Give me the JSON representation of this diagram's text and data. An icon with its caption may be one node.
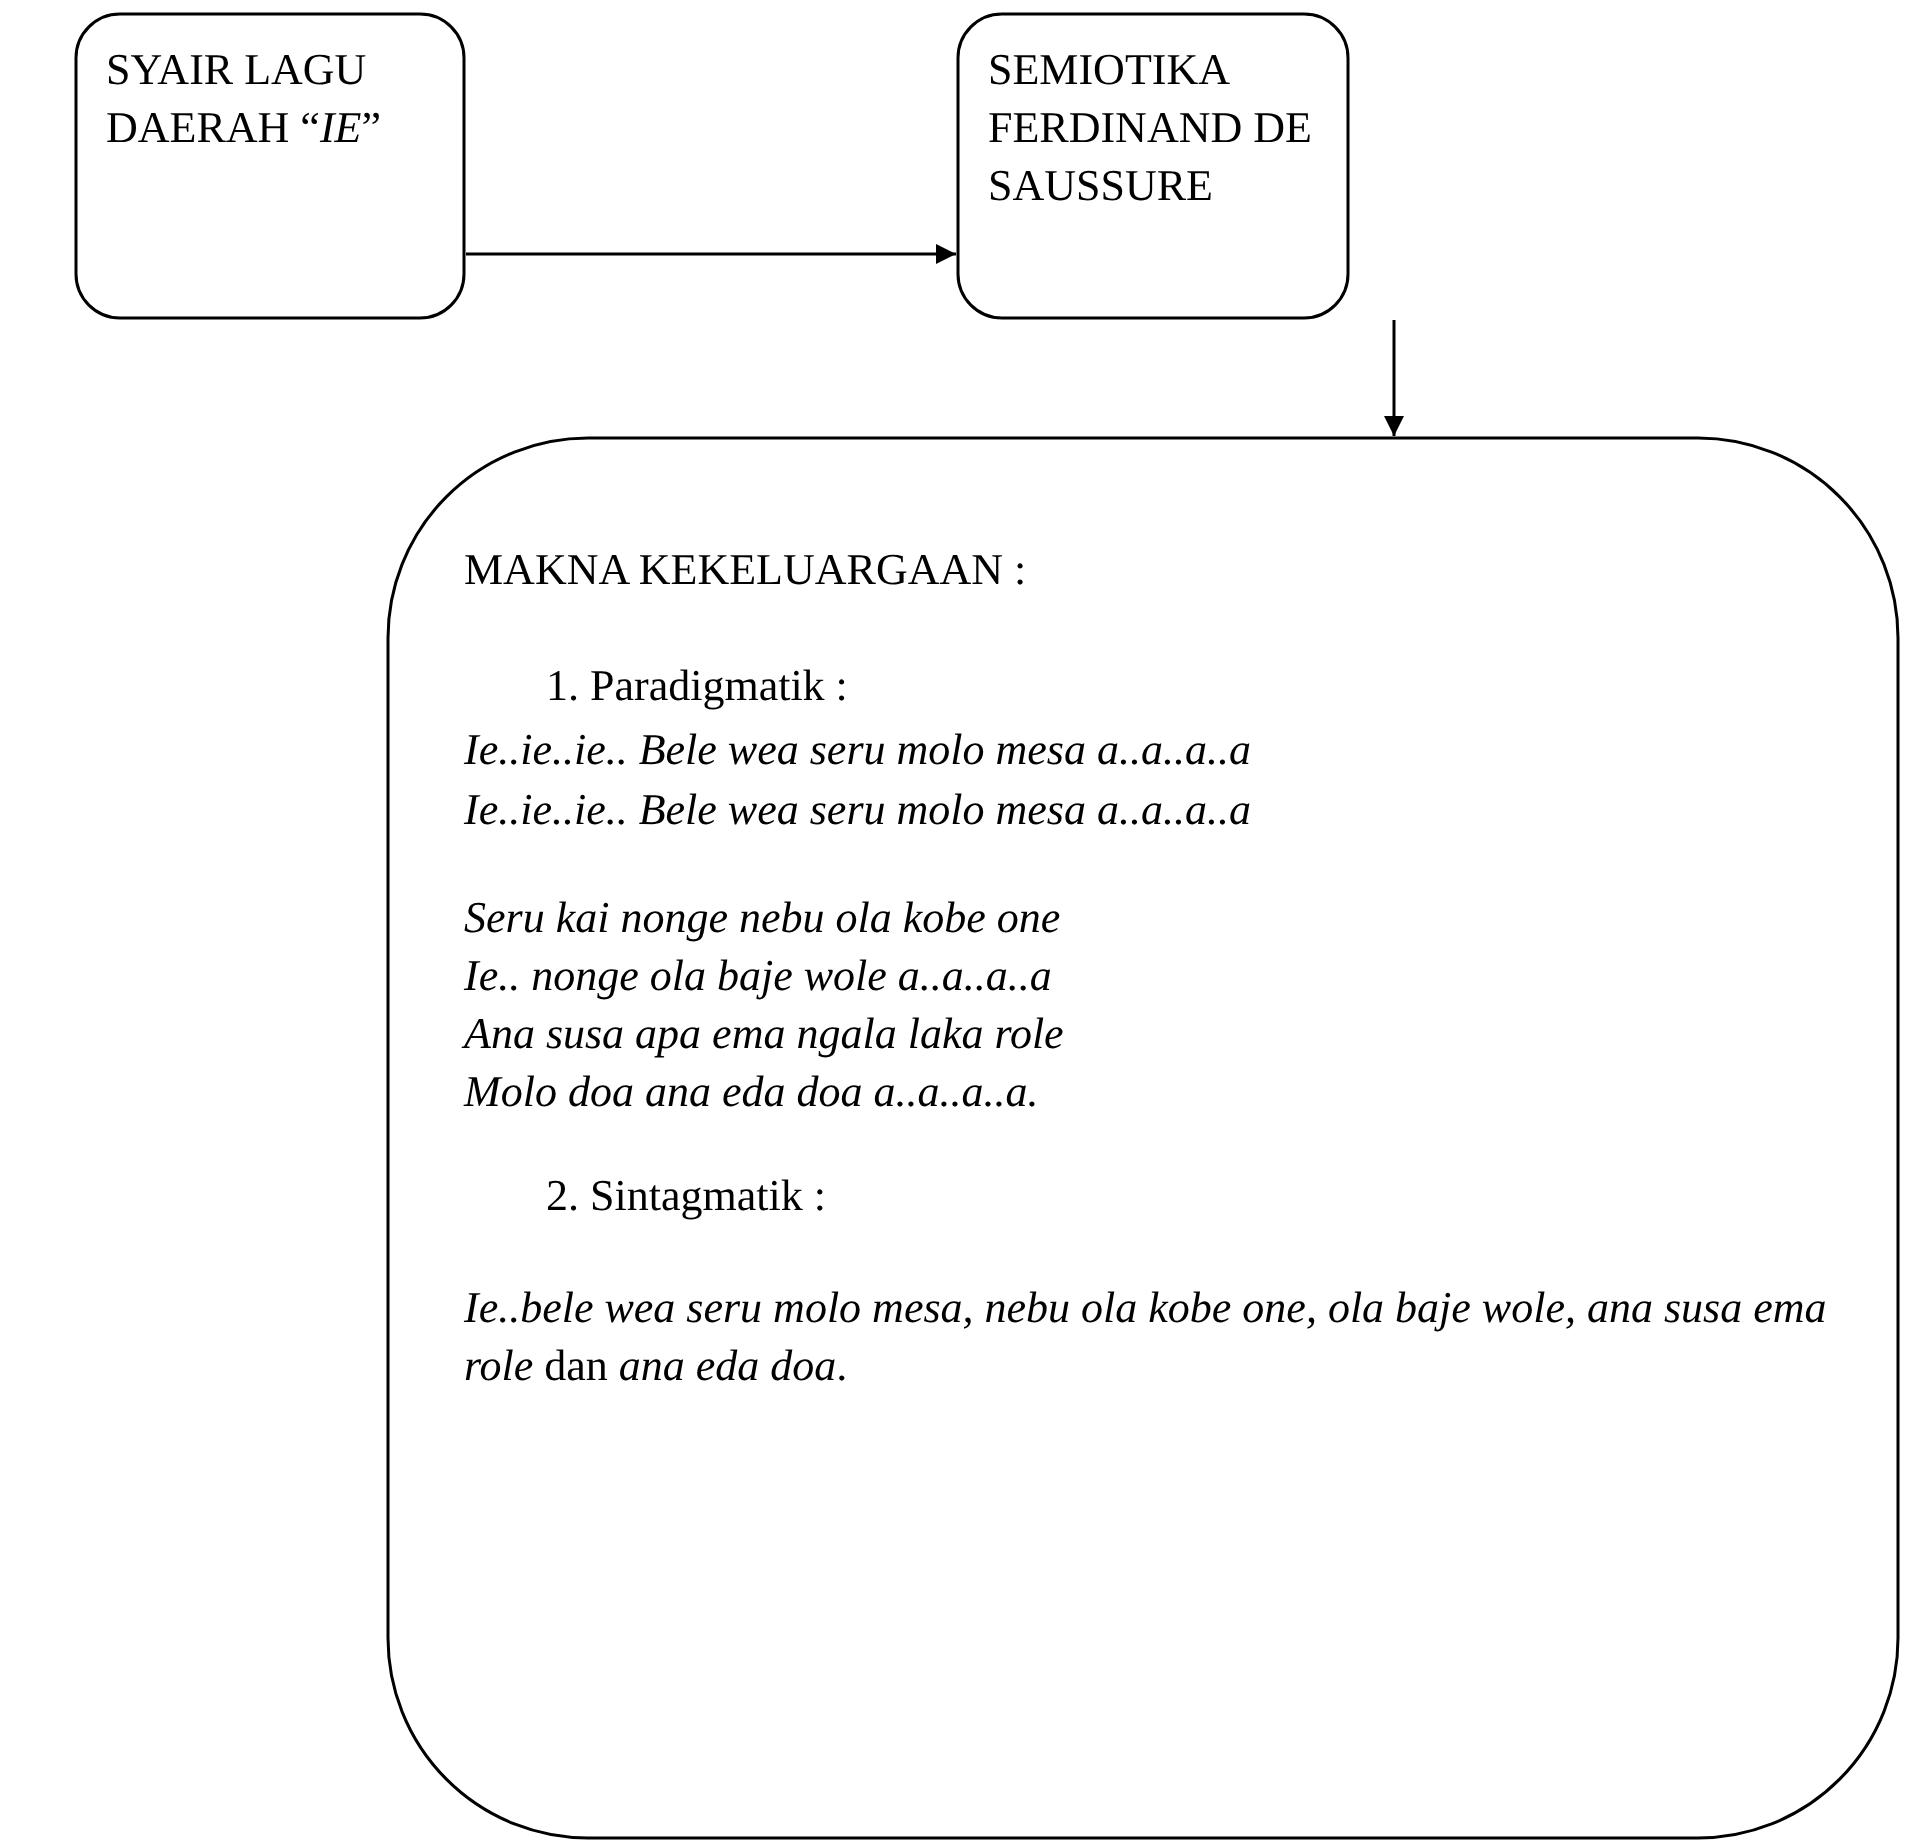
{
  "diagram": {
    "nodes": [
      {
        "text": [
          "SYAIR LAGU DAERAH “*IE*”"
        ]
      },
      {
        "text": [
          "SEMIOTIKA FERDINAND DE SAUSSURE"
        ]
      },
      {
        "text": [
          "MAKNA KEKELUARGAAN :",
          "1. Paradigmatik :",
          "Ie..ie..ie.. Bele wea seru molo mesa a..a..a..a",
          "Ie..ie..ie.. Bele wea seru molo mesa a..a..a..a",
          "Seru kai nonge nebu ola kobe one",
          "Ie.. nonge ola baje wole a..a..a..a",
          "Ana susa apa ema ngala laka role",
          "Molo doa ana eda doa a..a..a..a.",
          "2. Sintagmatik :",
          "*Ie..bele wea seru molo mesa, nebu ola kobe one, ola baje wole, ana susa ema role* dan *ana eda doa*."
        ]
      }
    ],
    "edges": [
      {
        "from": 0,
        "to": 1,
        "arrow": "to"
      },
      {
        "from": 1,
        "to": 2,
        "arrow": "to"
      }
    ]
  }
}
